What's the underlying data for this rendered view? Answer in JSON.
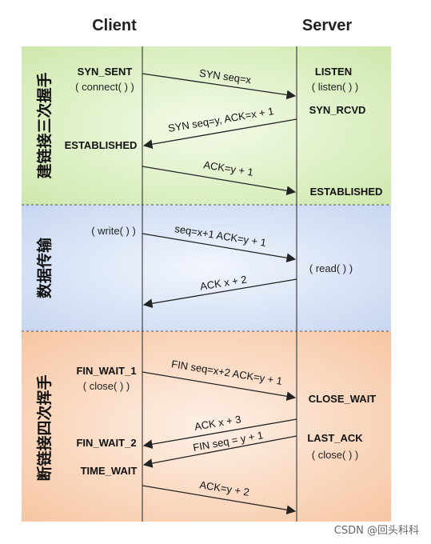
{
  "headers": {
    "client": "Client",
    "server": "Server"
  },
  "colors": {
    "phase_connect": "#dff0c8",
    "phase_transfer": "#d9e4f7",
    "phase_close": "#fbd9c2",
    "line": "#444444",
    "text": "#111111"
  },
  "phases": {
    "connect": "建链接三次握手",
    "transfer": "数据传输",
    "close": "断链接四次挥手"
  },
  "client": {
    "syn_sent": "SYN_SENT",
    "connect_call": "( connect( ) )",
    "established": "ESTABLISHED",
    "write_call": "( write( ) )",
    "fin_wait_1": "FIN_WAIT_1",
    "close_call": "( close( ) )",
    "fin_wait_2": "FIN_WAIT_2",
    "time_wait": "TIME_WAIT"
  },
  "server": {
    "listen": "LISTEN",
    "listen_call": "( listen( ) )",
    "syn_rcvd": "SYN_RCVD",
    "established": "ESTABLISHED",
    "read_call": "( read( ) )",
    "close_wait": "CLOSE_WAIT",
    "last_ack": "LAST_ACK",
    "close_call": "( close( ) )"
  },
  "messages": {
    "m1": "SYN seq=x",
    "m2": "SYN seq=y, ACK=x + 1",
    "m3": "ACK=y + 1",
    "m4": "seq=x+1 ACK=y + 1",
    "m5": "ACK x + 2",
    "m6": "FIN seq=x+2 ACK=y + 1",
    "m7": "ACK x + 3",
    "m8": "FIN seq = y + 1",
    "m9": "ACK=y + 2"
  },
  "watermark": "CSDN @回头科科"
}
